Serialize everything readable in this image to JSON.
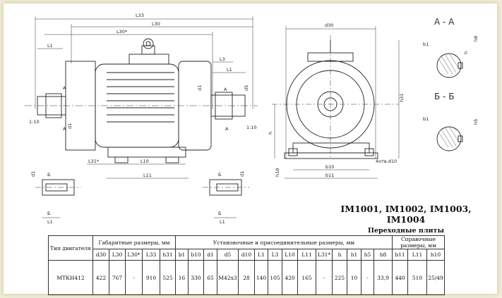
{
  "title": "IM1001, IM1002, IM1003, IM1004",
  "subtitle": "Переходные плиты",
  "sections": {
    "aa": "А - А",
    "bb": "Б - Б"
  },
  "labels": {
    "l33": "L33",
    "l30": "L30",
    "l30s": "L30*",
    "l1": "L1",
    "l3": "L3",
    "l31s": "L31*",
    "l10": "L10",
    "l11": "L11",
    "d1": "d1",
    "d5": "d5",
    "h": "h",
    "h10": "h10",
    "h31": "h31",
    "d30": "d30",
    "b10": "b10",
    "b11": "b11",
    "holes": "4отв.d10",
    "b1": "b1",
    "h8": "h8",
    "h5": "h5",
    "A": "А",
    "B": "Б",
    "taper_left": "1:10",
    "taper_right": "1:10"
  },
  "table": {
    "type_header": "Тип двигателя",
    "groups": [
      "Габаритные размеры, мм",
      "Установочные и присоединительные размеры, мм",
      "Справочные размеры, мм"
    ],
    "columns": [
      "d30",
      "L30",
      "L30*",
      "L33",
      "h31",
      "b1",
      "b10",
      "d1",
      "d5",
      "d10",
      "L1",
      "L3",
      "L10",
      "L11",
      "L31*",
      "h",
      "h1",
      "h5",
      "h8",
      "b11",
      "L11",
      "h10"
    ],
    "row": {
      "type": "МТКН412",
      "values": [
        "422",
        "767",
        "-",
        "910",
        "525",
        "16",
        "330",
        "65",
        "М42х3",
        "28",
        "140",
        "105",
        "420",
        "165",
        "-",
        "225",
        "10",
        "-",
        "33,9",
        "440",
        "510",
        "25/49"
      ]
    }
  }
}
